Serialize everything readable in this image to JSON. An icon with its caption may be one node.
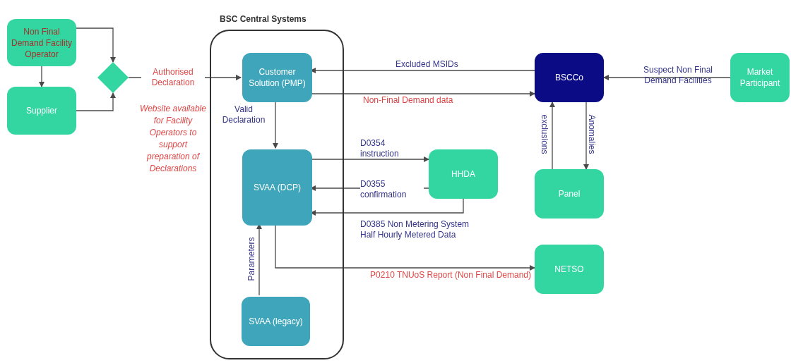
{
  "diagram": {
    "nodes": [
      {
        "text": [
          "Non Final Demand Facility Operator"
        ]
      },
      {
        "text": [
          "Supplier"
        ]
      },
      {
        "text": [],
        "shape": "diamond"
      },
      {
        "text": [
          "BSC Central Systems"
        ]
      },
      {
        "text": [
          "Customer Solution (PMP)"
        ],
        "in": 3
      },
      {
        "text": [
          "SVAA (DCP)"
        ],
        "in": 3
      },
      {
        "text": [
          "SVAA (legacy)"
        ],
        "in": 3
      },
      {
        "text": [
          "HHDA"
        ]
      },
      {
        "text": [
          "BSCCo"
        ]
      },
      {
        "text": [
          "Panel"
        ]
      },
      {
        "text": [
          "NETSO"
        ]
      },
      {
        "text": [
          "Market Participant"
        ]
      }
    ],
    "edges": [
      {
        "from": 0,
        "to": 1,
        "arrow": "to"
      },
      {
        "from": 0,
        "to": 2,
        "arrow": "to"
      },
      {
        "from": 1,
        "to": 2,
        "arrow": "to"
      },
      {
        "from": 2,
        "to": 4,
        "arrow": "to",
        "label": "Authorised Declaration"
      },
      {
        "from": 8,
        "to": 4,
        "arrow": "to",
        "label": "Excluded MSIDs"
      },
      {
        "from": 4,
        "to": 8,
        "arrow": "to",
        "label": "Non-Final Demand data"
      },
      {
        "from": 4,
        "to": 5,
        "arrow": "to",
        "label": "Valid Declaration"
      },
      {
        "from": 5,
        "to": 7,
        "arrow": "to",
        "label": "D0354 instruction"
      },
      {
        "from": 7,
        "to": 5,
        "arrow": "to",
        "label": "D0355 confirmation"
      },
      {
        "from": 7,
        "to": 5,
        "arrow": "to",
        "label": "D0385 Non Metering System Half Hourly Metered Data"
      },
      {
        "from": 5,
        "to": 10,
        "arrow": "to",
        "label": "P0210 TNUoS Report (Non Final Demand)"
      },
      {
        "from": 6,
        "to": 5,
        "arrow": "to",
        "label": "Parameters"
      },
      {
        "from": 9,
        "to": 8,
        "arrow": "to",
        "label": "exclusions"
      },
      {
        "from": 8,
        "to": 9,
        "arrow": "to",
        "label": "Anomalies"
      },
      {
        "from": 11,
        "to": 8,
        "arrow": "to",
        "label": "Suspect Non Final Demand Facilities"
      }
    ],
    "labels": [
      "Website available for Facility Operators to support preparation of Declarations"
    ]
  }
}
